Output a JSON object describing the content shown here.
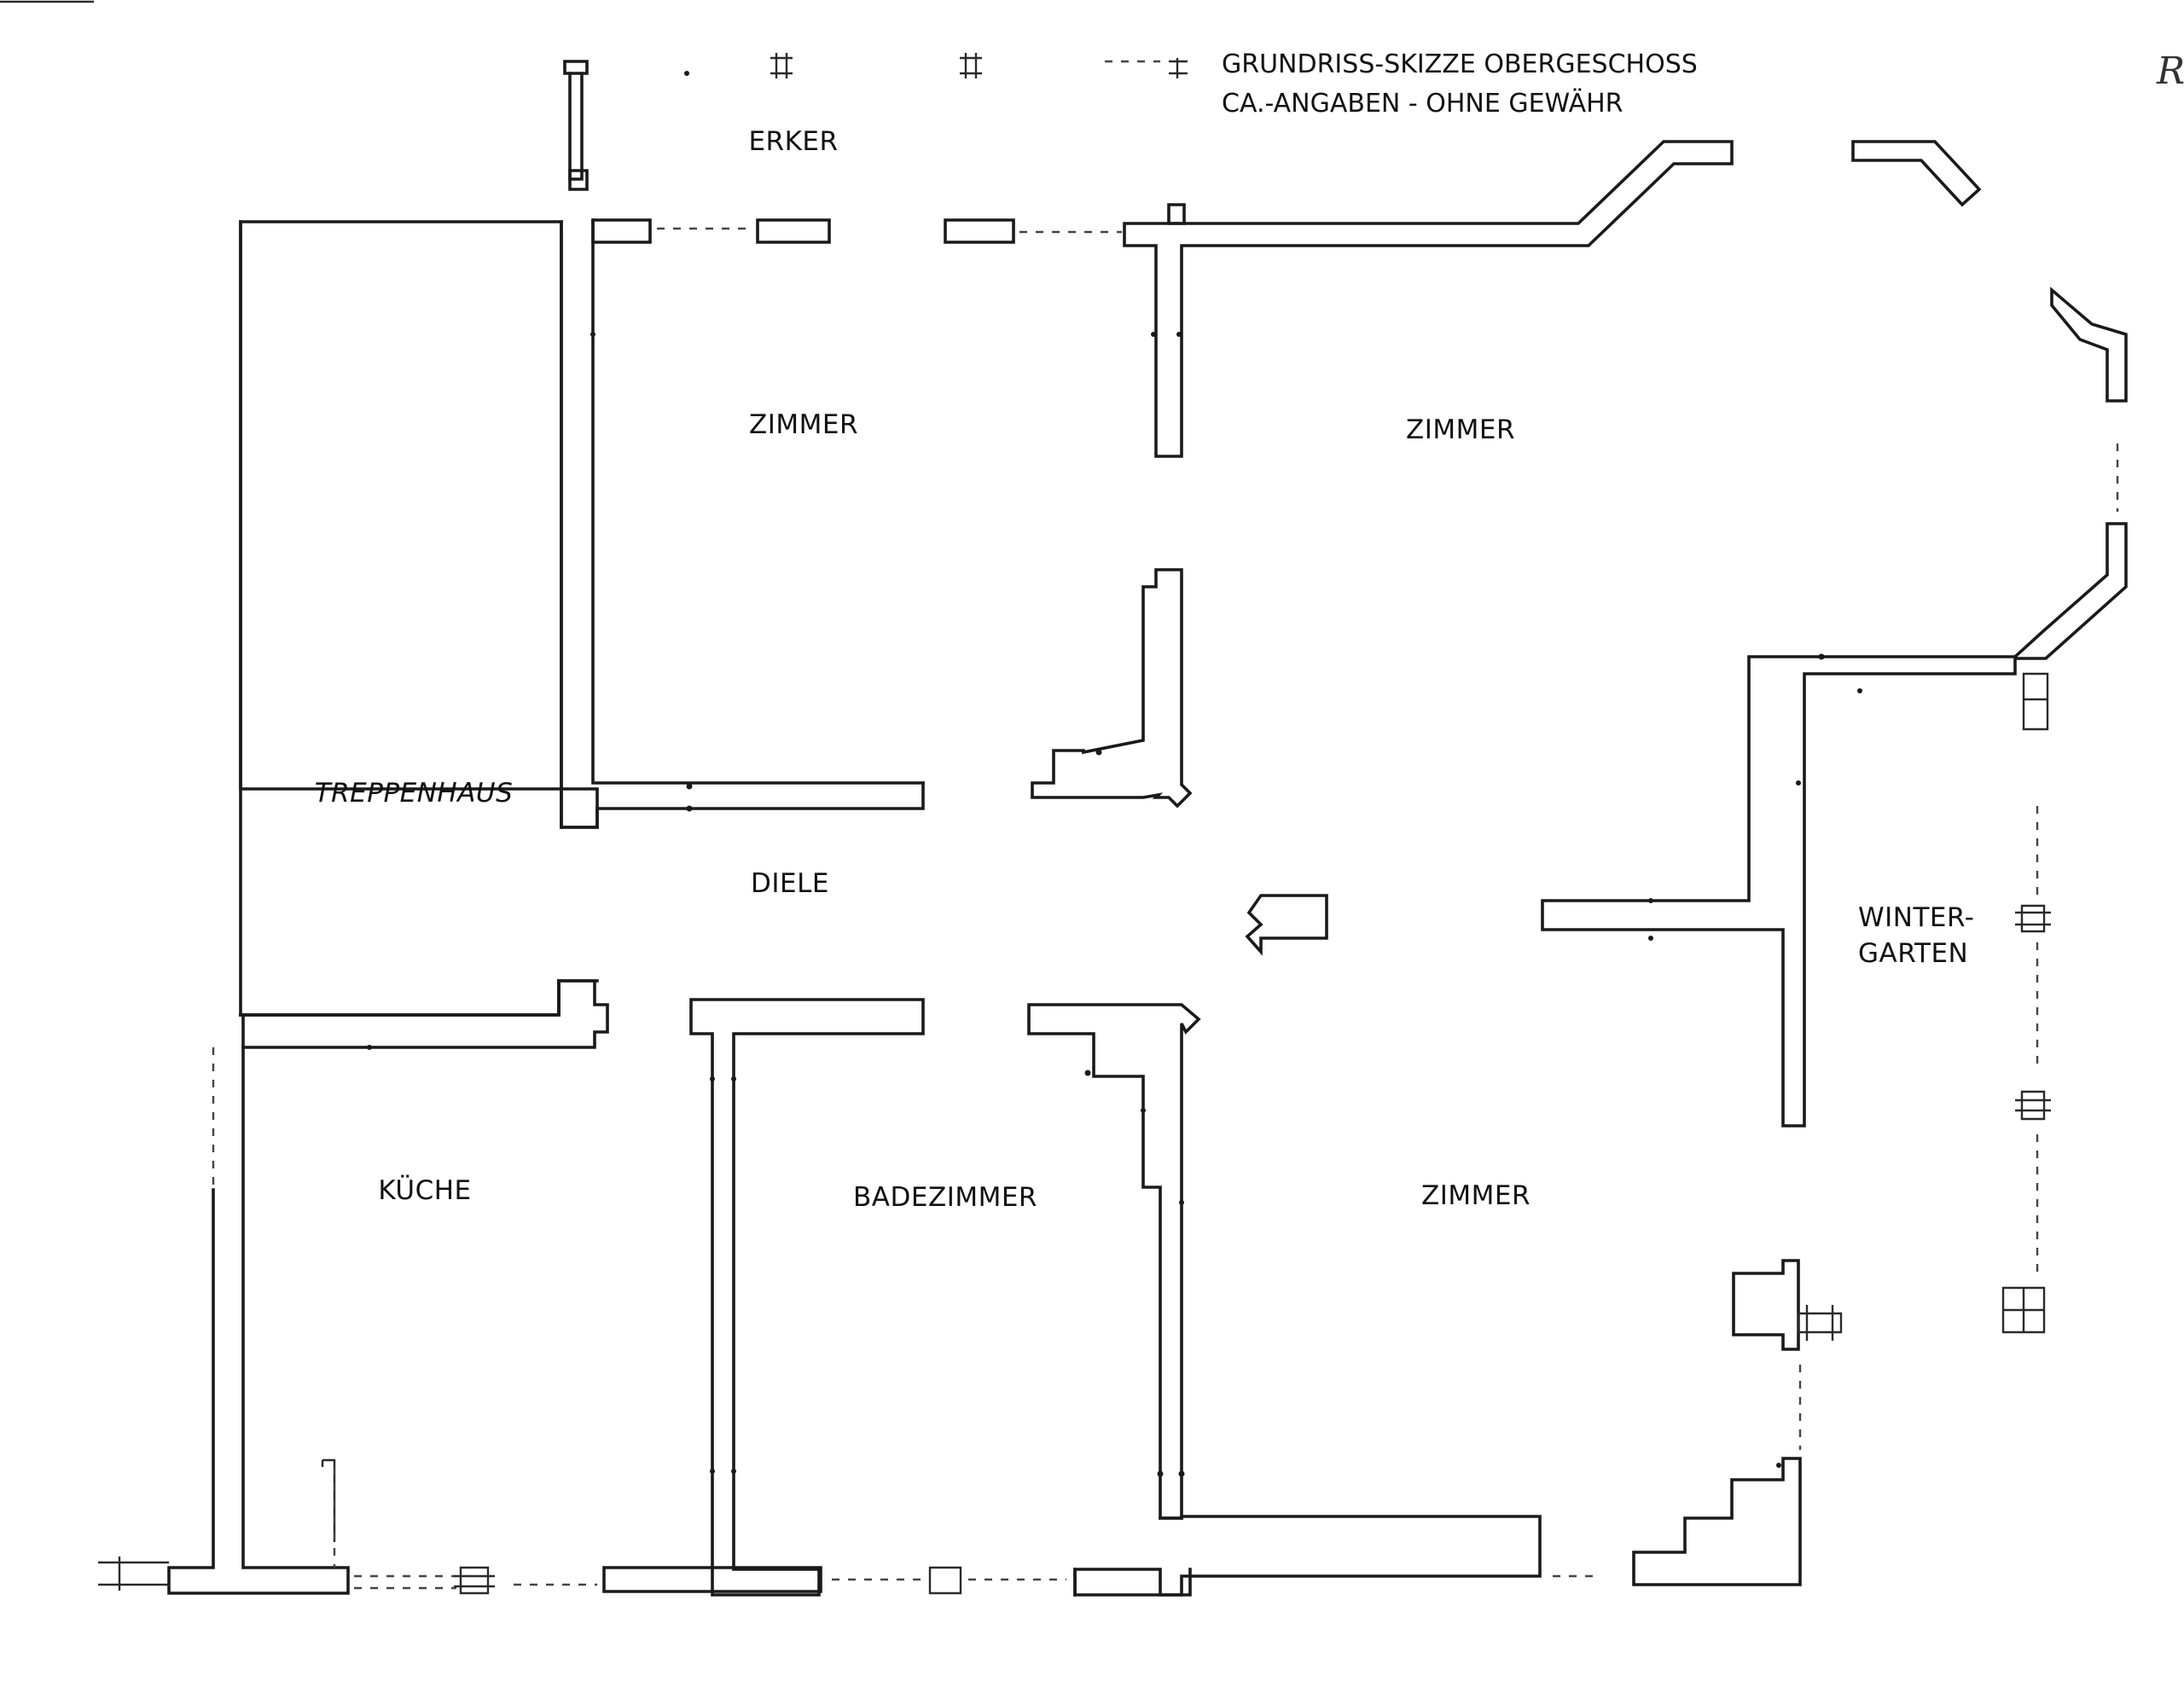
{
  "header": {
    "title_line_1": "GRUNDRISS-SKIZZE OBERGESCHOSS",
    "title_line_2": "CA.-ANGABEN - OHNE GEWÄHR"
  },
  "rooms": {
    "erker": "ERKER",
    "zimmer_top_left": "ZIMMER",
    "zimmer_top_right": "ZIMMER",
    "treppenhaus": "TREPPENHAUS",
    "diele": "DIELE",
    "wintergarten_line_1": "WINTER-",
    "wintergarten_line_2": "GARTEN",
    "kueche": "KÜCHE",
    "badezimmer": "BADEZIMMER",
    "zimmer_bottom_right": "ZIMMER"
  },
  "colors": {
    "ink": "#1a1a1a",
    "paper": "#ffffff"
  }
}
